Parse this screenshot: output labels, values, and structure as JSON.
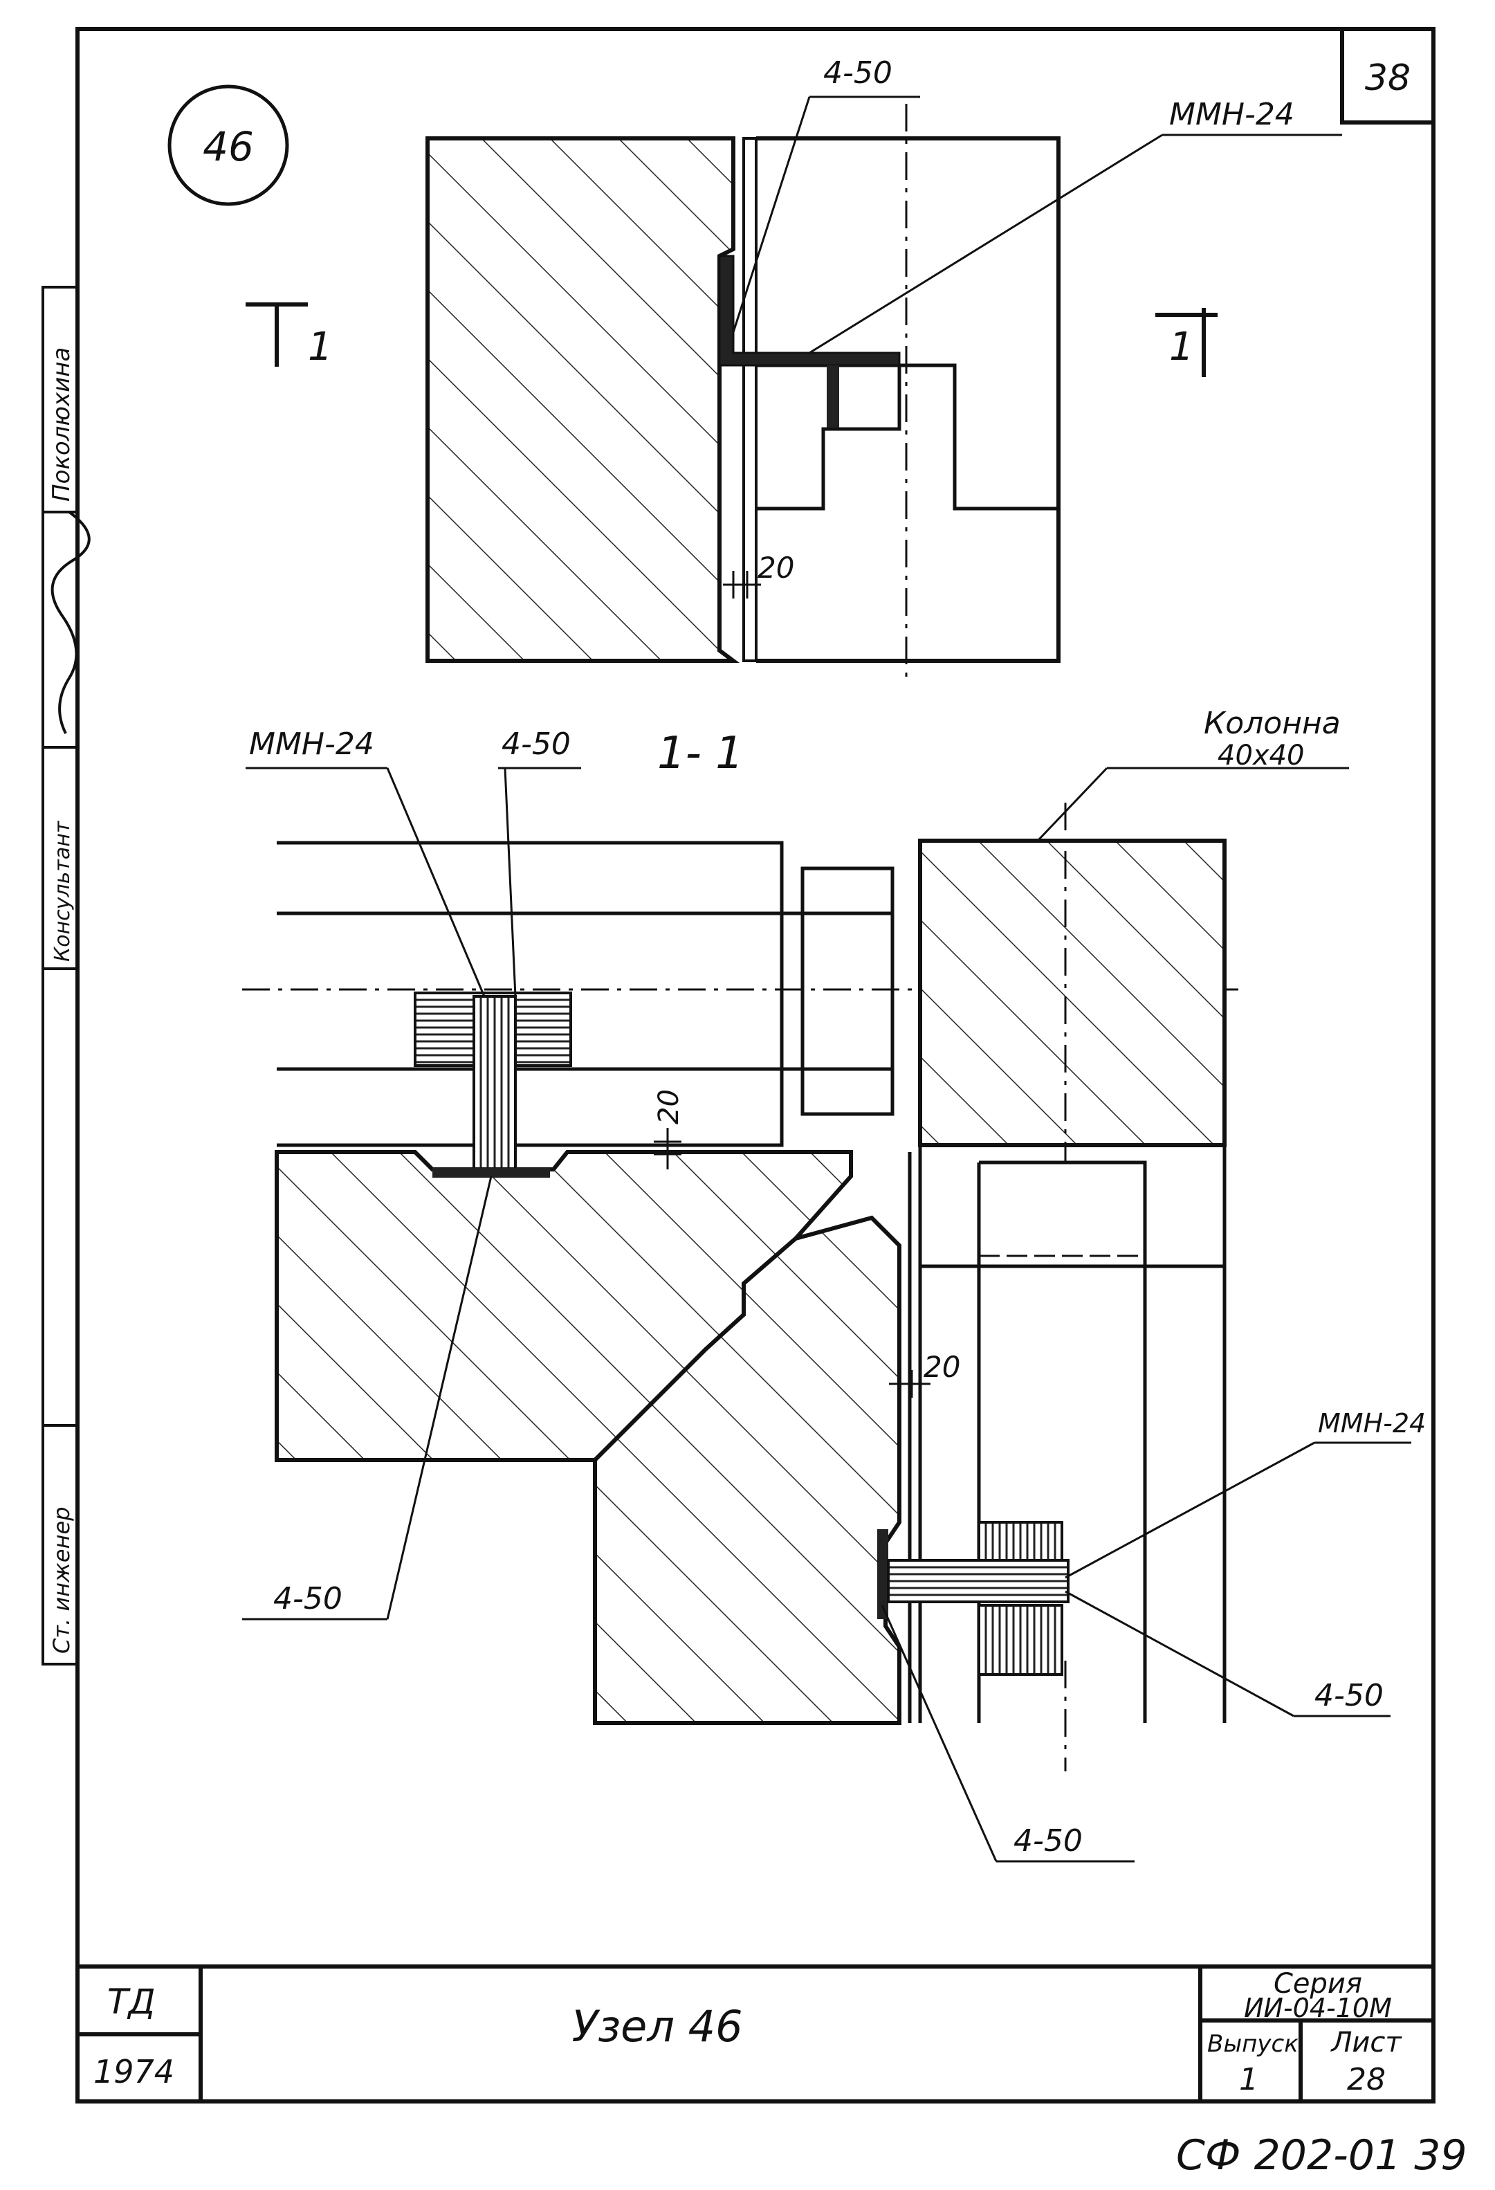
{
  "sheet_number": "38",
  "node_circle_label": "46",
  "section_mark_left": "1",
  "section_mark_right": "1",
  "section_title": "1- 1",
  "top_view": {
    "label_4_50": "4-50",
    "label_mmn24": "ММН-24",
    "dim_20": "20"
  },
  "section_view": {
    "label_mmn24_left": "ММН-24",
    "label_4_50_left": "4-50",
    "label_column": "Колонна",
    "label_column_size": "40х40",
    "dim_20_a": "20",
    "dim_20_b": "20",
    "label_mmn24_right": "ММН-24",
    "label_4_50_bottom_left": "4-50",
    "label_4_50_right": "4-50",
    "label_4_50_bottom": "4-50"
  },
  "side_stamp": {
    "field_1": "Поколюхина",
    "field_2": "Консультант",
    "field_3": "Ст. инженер"
  },
  "title_block": {
    "org": "ТД",
    "year": "1974",
    "title": "Узел 46",
    "series_label": "Серия",
    "series_value": "ИИ-04-10М",
    "issue_label": "Выпуск",
    "issue_value": "1",
    "sheet_label": "Лист",
    "sheet_value": "28"
  },
  "archive_code": "СФ 202-01 39",
  "colors": {
    "ink": "#111111",
    "paper": "#ffffff"
  }
}
